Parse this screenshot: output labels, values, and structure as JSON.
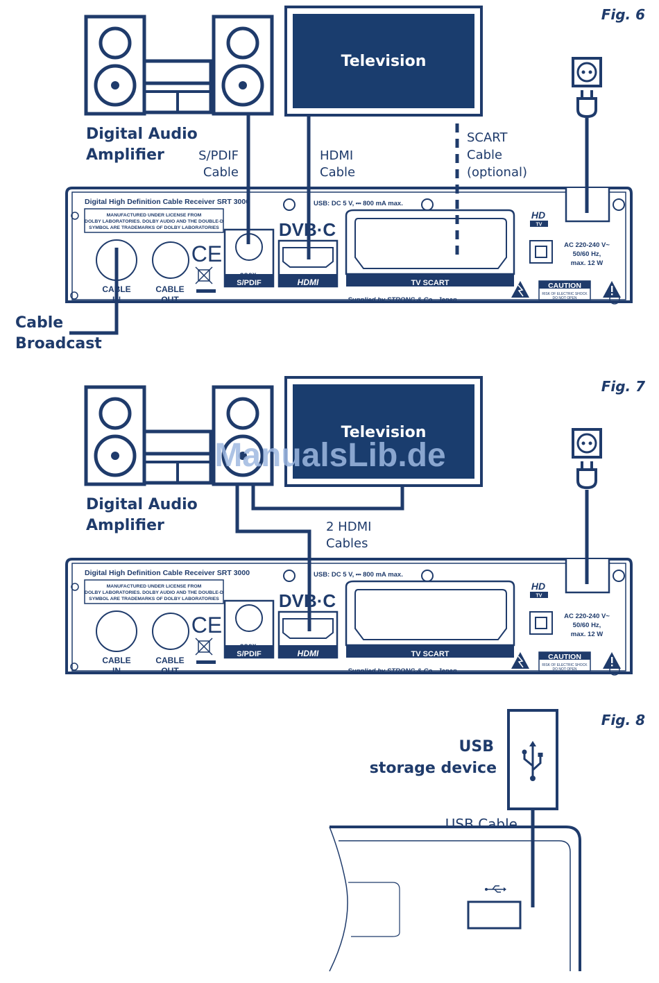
{
  "colors": {
    "primary": "#1f3b6b",
    "screen": "#1a3d6e",
    "watermark": "#9fb8e0"
  },
  "fig6": {
    "label": "Fig. 6",
    "amp_label_1": "Digital Audio",
    "amp_label_2": "Amplifier",
    "spdif_1": "S/PDIF",
    "spdif_2": "Cable",
    "hdmi_1": "HDMI",
    "hdmi_2": "Cable",
    "scart_1": "SCART",
    "scart_2": "Cable",
    "scart_3": "(optional)",
    "tv": "Television",
    "cable_1": "Cable",
    "cable_2": "Broadcast"
  },
  "fig7": {
    "label": "Fig. 7",
    "amp_label_1": "Digital Audio",
    "amp_label_2": "Amplifier",
    "tv": "Television",
    "hdmi_1": "2 HDMI",
    "hdmi_2": "Cables"
  },
  "fig8": {
    "label": "Fig. 8",
    "usb_1": "USB",
    "usb_2": "storage device",
    "usb_cable": "USB Cable"
  },
  "receiver": {
    "title": "Digital High Definition Cable Receiver SRT 3000",
    "license_1": "MANUFACTURED UNDER LICENSE FROM",
    "license_2": "DOLBY LABORATORIES. DOLBY AUDIO AND THE DOUBLE-D",
    "license_3": "SYMBOL ARE TRADEMARKS OF DOLBY LABORATORIES",
    "usb_spec": "USB: DC 5 V, ⎓ 800 mA max.",
    "cable_in_1": "CABLE",
    "cable_in_2": "IN",
    "cable_out_1": "CABLE",
    "cable_out_2": "OUT",
    "ce": "CE",
    "coax": "coax.",
    "spdif": "S/PDIF",
    "dvbc": "DVB·C",
    "hdmi": "HDMI",
    "tv_scart": "TV SCART",
    "hd": "HD",
    "hd_tv": "TV",
    "power_1": "AC 220-240 V~",
    "power_2": "50/60 Hz,",
    "power_3": "max. 12 W",
    "caution": "CAUTION",
    "caution_1": "RISK OF ELECTRIC SHOCK",
    "caution_2": "DO NOT OPEN",
    "supplied": "Supplied by STRONG & Co., Japan"
  },
  "watermark": "ManualsLib.de"
}
